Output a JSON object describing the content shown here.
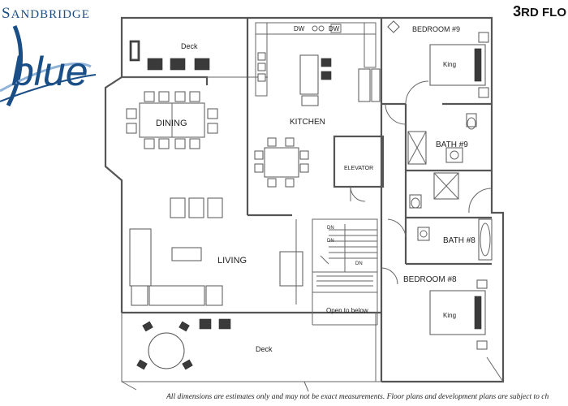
{
  "brand": {
    "prefix": "S",
    "rest": "ANDBRIDGE",
    "script": "blue",
    "color": "#1a4e86",
    "accent": "#8fb3d9"
  },
  "floor_label": {
    "prefix": "3",
    "rest": "RD FLO"
  },
  "rooms": {
    "deck_top": "Deck",
    "dining": "DINING",
    "kitchen": "KITCHEN",
    "bedroom9": "BEDROOM #9",
    "king_top": "King",
    "bath9": "BATH #9",
    "elevator": "ELEVATOR",
    "bath8": "BATH #8",
    "living": "LIVING",
    "bedroom8": "BEDROOM #8",
    "king_bottom": "King",
    "open_below": "Open to below",
    "deck_bottom": "Deck"
  },
  "appliances": {
    "dw1": "DW",
    "dw2": "DW"
  },
  "stairs": {
    "dn1": "DN",
    "dn2": "DN",
    "dn3": "DN"
  },
  "disclaimer": "All dimensions are estimates only and may not be exact measurements. Floor plans and development plans are subject to ch"
}
